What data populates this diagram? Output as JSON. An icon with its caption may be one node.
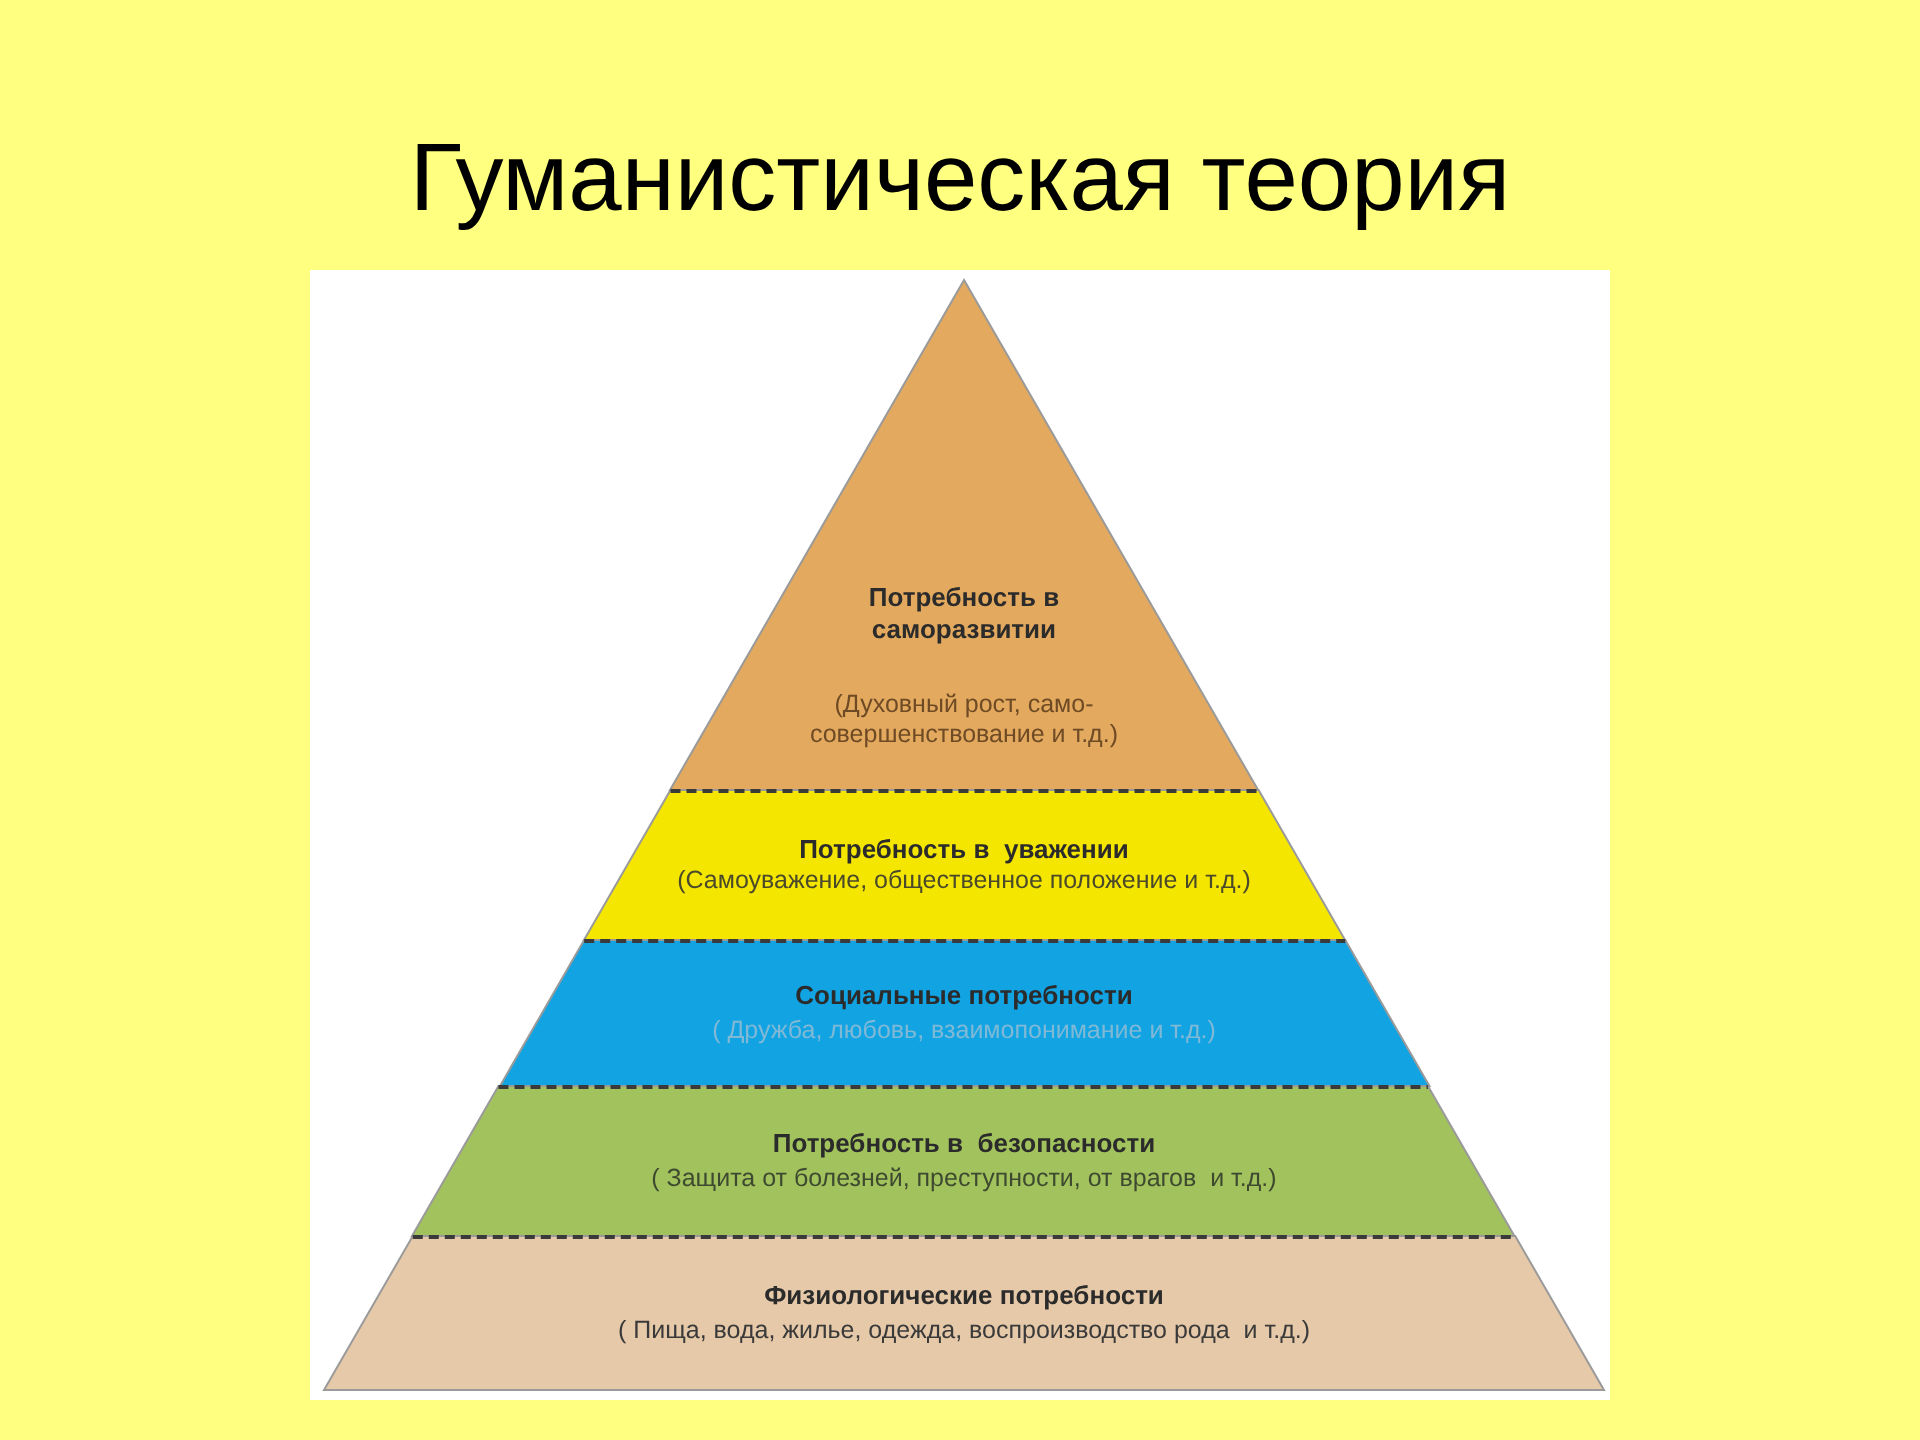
{
  "diagram": {
    "title": "Гуманистическая теория",
    "nodes": [
      {
        "text": [
          "Потребность в саморазвитии",
          "(Духовный рост, само-совершенствование и т.д.)"
        ]
      },
      {
        "text": [
          "Потребность в  уважении",
          "(Самоуважение, общественное положение и т.д.)"
        ]
      },
      {
        "text": [
          "Социальные потребности",
          "( Дружба, любовь, взаимопонимание и т.д.)"
        ]
      },
      {
        "text": [
          "Потребность в  безопасности",
          "( Защита от болезней, преступности, от врагов  и т.д.)"
        ]
      },
      {
        "text": [
          "Физиологические потребности",
          "( Пища, вода, жилье, одежда, воспроизводство рода  и т.д.)"
        ]
      }
    ]
  }
}
